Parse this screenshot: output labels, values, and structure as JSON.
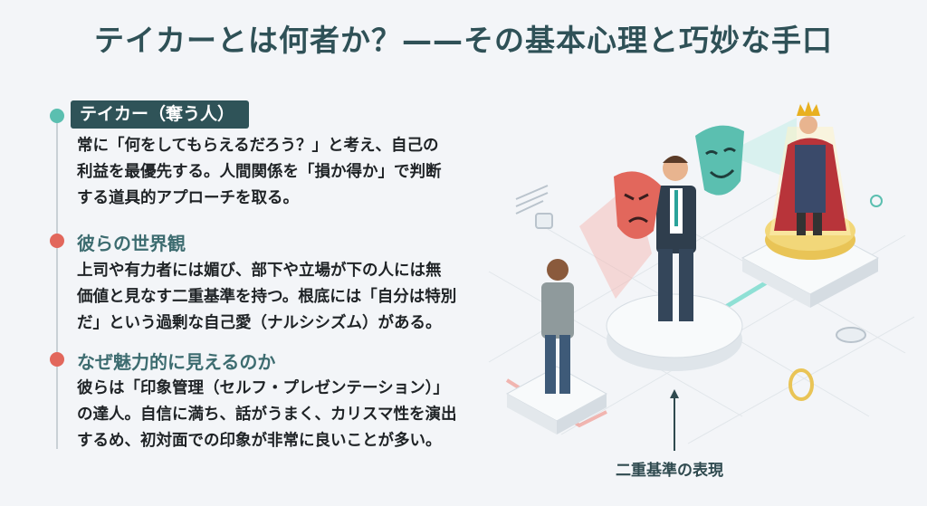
{
  "title": "テイカーとは何者か？——その基本心理と巧妙な手口",
  "sections": [
    {
      "heading": "テイカー（奪う人）",
      "body": "常に「何をしてもらえるだろう？」と考え、自己の\n利益を最優先する。人間関係を「損か得か」で判断\nする道具的アプローチを取る。"
    },
    {
      "heading": "彼らの世界観",
      "body": "上司や有力者には媚び、部下や立場が下の人には無\n価値と見なす二重基準を持つ。根底には「自分は特別\nだ」という過剰な自己愛（ナルシシズム）がある。"
    },
    {
      "heading": "なぜ魅力的に見えるのか",
      "body": "彼らは「印象管理（セルフ・プレゼンテーション）」\nの達人。自信に満ち、話がうまく、カリスマ性を演出\nするめ、初対面での印象が非常に良いことが多い。"
    }
  ],
  "illustration": {
    "caption": "二重基準の表現"
  },
  "colors": {
    "accent_teal": "#5bbfb0",
    "accent_red": "#e2675c",
    "badge": "#2f5358",
    "heading": "#3d6c70"
  }
}
